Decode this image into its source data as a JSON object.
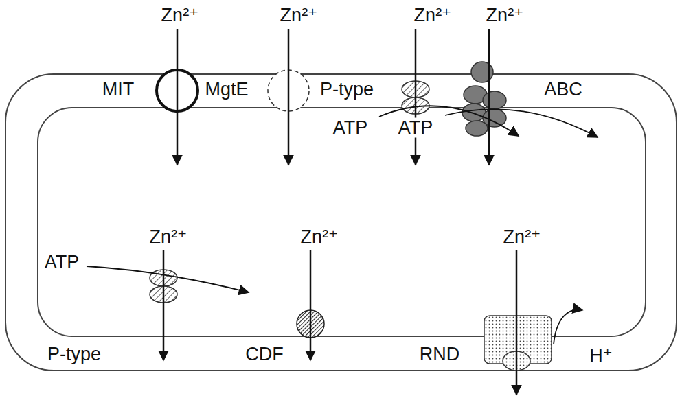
{
  "diagram": {
    "labels": [
      "Zn²⁺",
      "Zn²⁺",
      "Zn²⁺",
      "Zn²⁺",
      "MIT",
      "MgtE",
      "P-type",
      "ABC",
      "ATP",
      "ATP",
      "Zn²⁺",
      "Zn²⁺",
      "Zn²⁺",
      "ATP",
      "P-type",
      "CDF",
      "RND",
      "H⁺"
    ]
  }
}
